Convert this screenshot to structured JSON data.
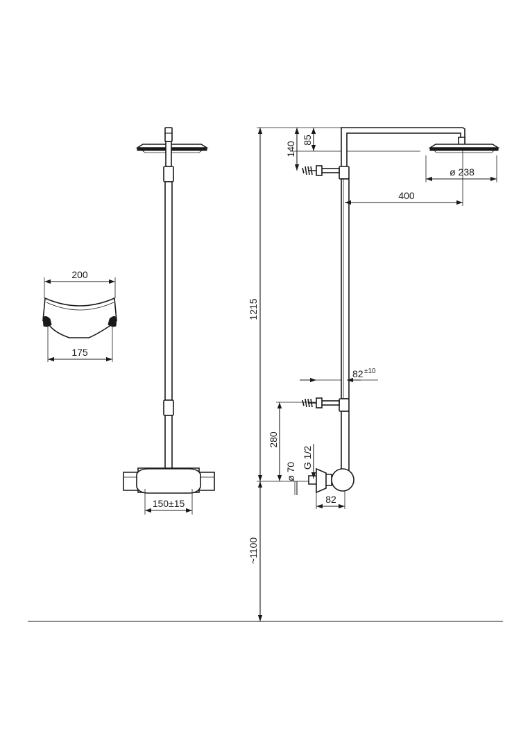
{
  "dimensions": {
    "head_width": "200",
    "mixer_depth": "175",
    "mixer_centers": "150±15",
    "overall_height": "1215",
    "floor_height": "~1100",
    "arm_drop": "140",
    "arm_height": "85",
    "head_diameter": "ø 238",
    "arm_projection": "400",
    "bracket_offset": "82",
    "bracket_tolerance": "±10",
    "bracket_spacing": "280",
    "escutcheon_diameter": "ø 70",
    "inlet_thread": "G 1/2",
    "wall_offset": "82"
  },
  "colors": {
    "line": "#1a1a1a",
    "background": "#ffffff"
  }
}
